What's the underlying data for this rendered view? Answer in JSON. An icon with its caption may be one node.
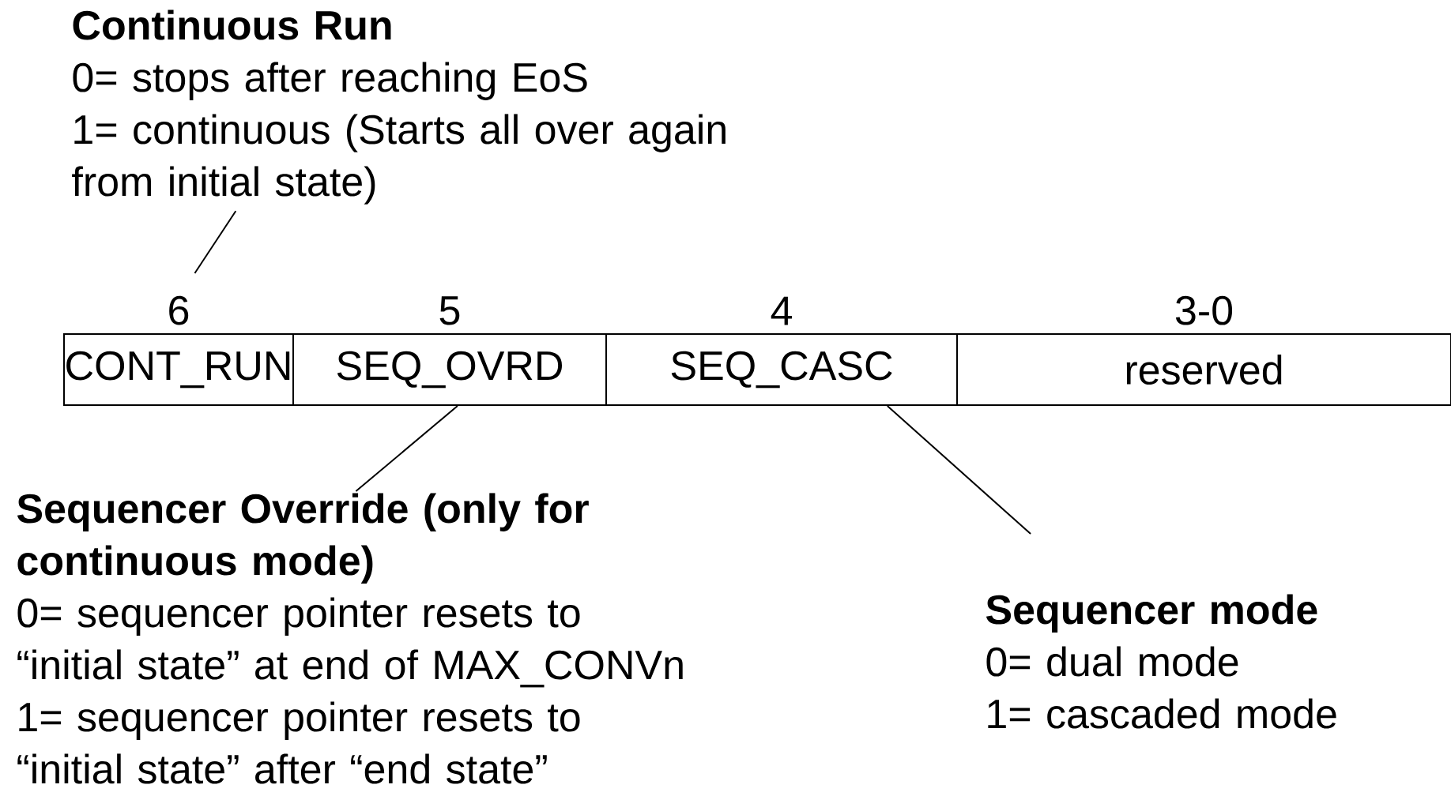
{
  "diagram": {
    "nodes": [
      {
        "text": [
          "CONT_RUN"
        ],
        "beside": [
          "6"
        ]
      },
      {
        "text": [
          "SEQ_OVRD"
        ],
        "beside": [
          "5"
        ]
      },
      {
        "text": [
          "SEQ_CASC"
        ],
        "beside": [
          "4"
        ]
      },
      {
        "text": [
          "reserved"
        ],
        "beside": [
          "3-0"
        ]
      },
      {
        "text": [
          "Continuous Run",
          "0= stops after reaching EoS",
          "1= continuous (Starts all over again from initial state)"
        ]
      },
      {
        "text": [
          "Sequencer Override (only for continuous mode)",
          "0= sequencer pointer resets to “initial state” at end of MAX_CONVn",
          "1= sequencer pointer resets to “initial state” after “end state”"
        ]
      },
      {
        "text": [
          "Sequencer mode",
          "0= dual mode",
          "1= cascaded mode"
        ]
      }
    ],
    "edges": [
      {
        "from": 4,
        "to": 0,
        "arrow": "none"
      },
      {
        "from": 5,
        "to": 1,
        "arrow": "none"
      },
      {
        "from": 6,
        "to": 2,
        "arrow": "none"
      }
    ]
  }
}
